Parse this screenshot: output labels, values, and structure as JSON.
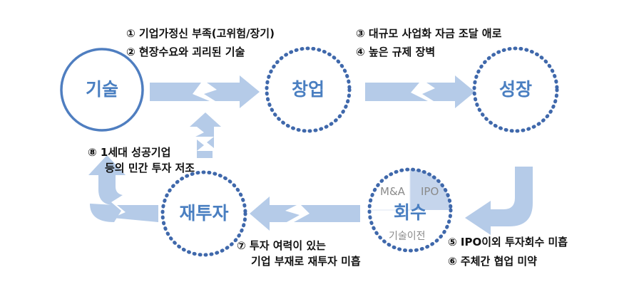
{
  "stages": {
    "tech": "기술",
    "startup": "창업",
    "growth": "성장",
    "recovery": "회수",
    "reinvest": "재투자"
  },
  "recovery_details": {
    "ma": "M&A",
    "ipo": "IPO",
    "tech_transfer": "기술이전"
  },
  "notes": {
    "n1": "① 기업가정신 부족(고위험/장기)",
    "n2": "② 현장수요와 괴리된 기술",
    "n3": "③ 대규모 사업화 자금 조달 애로",
    "n4": "④ 높은 규제 장벽",
    "n5": "⑤ IPO이외 투자회수 미흡",
    "n6": "⑥ 주체간 협업 미약",
    "n7a": "⑦ 투자 여력이 있는",
    "n7b": "기업 부재로 재투자 미흡",
    "n8a": "⑧ 1세대 성공기업",
    "n8b": "등의 민간 투자 저조"
  },
  "colors": {
    "solid_circle": "#4f7ec0",
    "dotted_circle": "#3f68ab",
    "arrow": "#b5cbe8",
    "label": "#4a7fc1",
    "wedge": "#c5d5ec"
  }
}
